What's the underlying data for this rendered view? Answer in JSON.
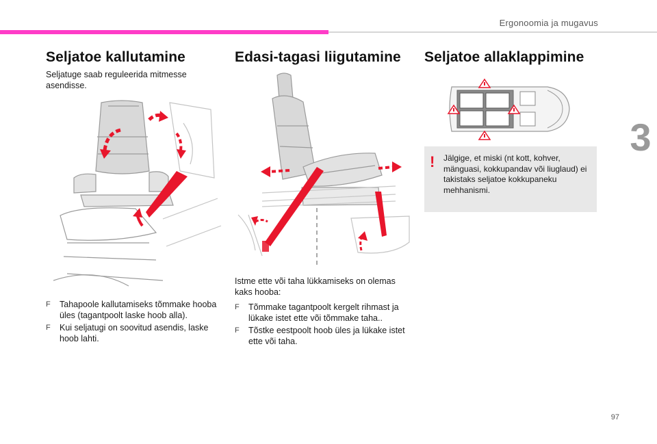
{
  "header": {
    "section_title": "Ergonoomia ja mugavus",
    "chapter_number": "3"
  },
  "col1": {
    "title": "Seljatoe kallutamine",
    "intro": "Seljatuge saab reguleerida mitmesse asendisse.",
    "bullets": [
      "Tahapoole kallutamiseks tõmmake hooba üles (tagantpoolt laske hoob alla).",
      "Kui seljatugi on soovitud asendis, laske hoob lahti."
    ]
  },
  "col2": {
    "title": "Edasi-tagasi liigutamine",
    "intro": "Istme ette või taha lükkamiseks on olemas kaks hooba:",
    "bullets": [
      "Tõmmake tagantpoolt kergelt rihmast ja lükake istet ette või tõmmake taha..",
      "Tõstke eestpoolt hoob üles ja lükake istet ette või taha."
    ]
  },
  "col3": {
    "title": "Seljatoe allaklappimine",
    "warning": "Jälgige, et miski (nt kott, kohver, mänguasi, kokkupandav või liuglaud) ei takistaks seljatoe kokkupaneku mehhanismi."
  },
  "bullet_symbol": "F",
  "warning_symbol": "!",
  "page_number": "97",
  "colors": {
    "accent": "#ff3cc8",
    "arrow": "#e8162c",
    "warning_bg": "#e8e8e8"
  }
}
